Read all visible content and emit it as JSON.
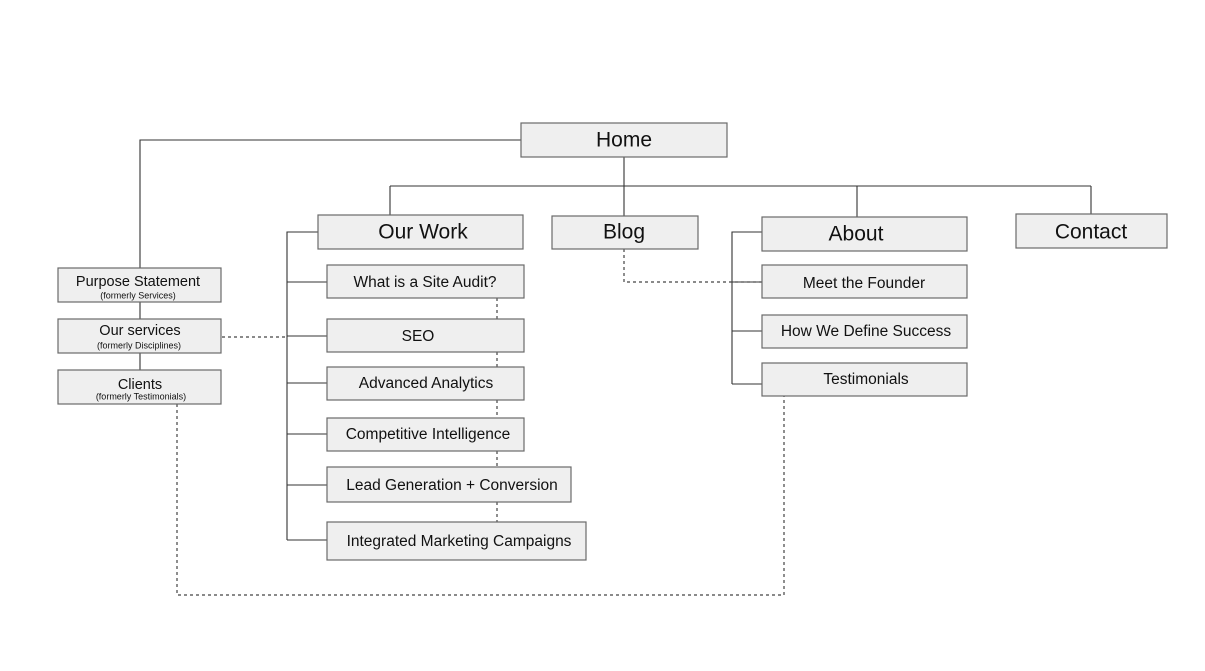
{
  "diagram": {
    "home": "Home",
    "our_work": {
      "label": "Our Work",
      "children": [
        "What is a Site Audit?",
        "SEO",
        "Advanced Analytics",
        "Competitive Intelligence",
        "Lead Generation + Conversion",
        "Integrated Marketing Campaigns"
      ]
    },
    "blog": "Blog",
    "about": {
      "label": "About",
      "children": [
        "Meet the Founder",
        "How We Define Success",
        "Testimonials"
      ]
    },
    "contact": "Contact",
    "home_left_branch": [
      {
        "label": "Purpose Statement",
        "note": "(formerly Services)"
      },
      {
        "label": "Our services",
        "note": "(formerly Disciplines)"
      },
      {
        "label": "Clients",
        "note": "(formerly Testimonials)"
      }
    ]
  }
}
